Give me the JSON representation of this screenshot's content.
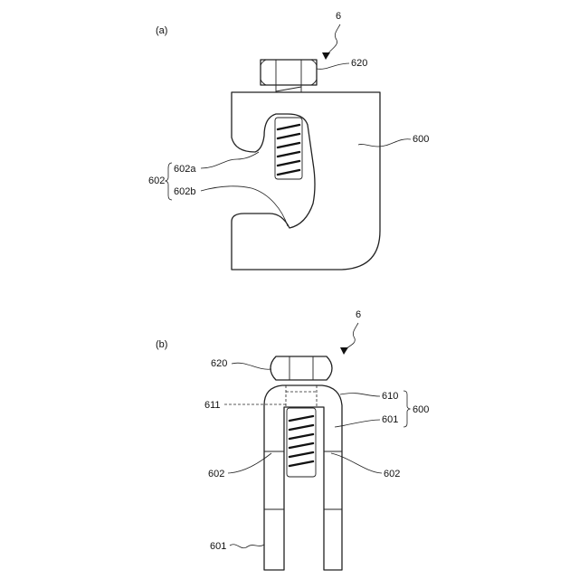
{
  "figure": {
    "view_a": {
      "view_label": "(a)",
      "assembly_ref": "6",
      "bolt_ref": "620",
      "body_ref": "600",
      "group_ref": "602",
      "edge_upper_ref": "602a",
      "edge_lower_ref": "602b"
    },
    "view_b": {
      "view_label": "(b)",
      "assembly_ref": "6",
      "bolt_ref": "620",
      "top_part_ref": "610",
      "leg_ref_right": "601",
      "body_group_ref": "600",
      "hole_ref": "611",
      "notch_ref_left": "602",
      "notch_ref_right": "602",
      "leg_ref_bottom": "601"
    }
  }
}
